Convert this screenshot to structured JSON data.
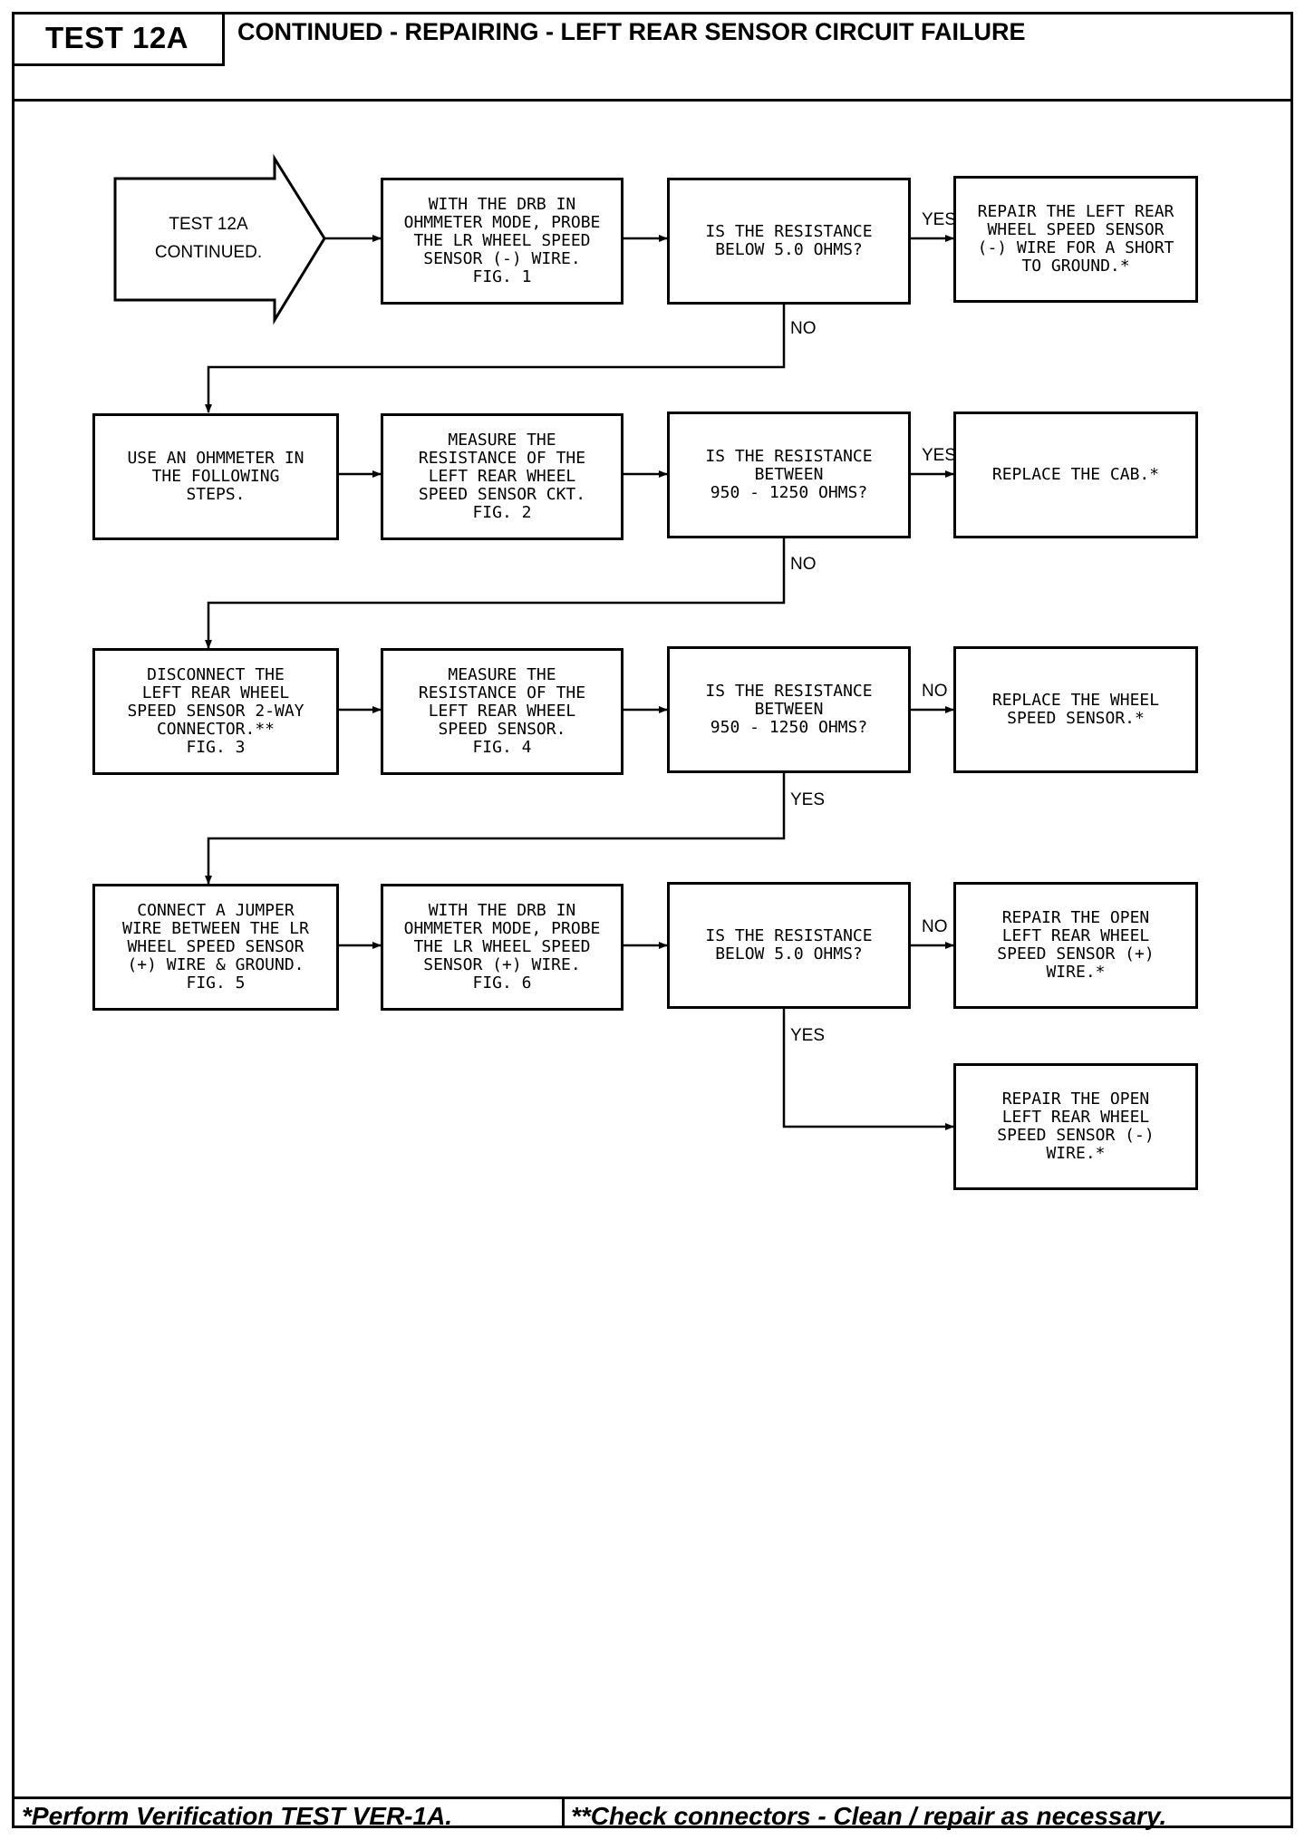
{
  "header": {
    "test_id": "TEST 12A",
    "title": "CONTINUED - REPAIRING - LEFT REAR SENSOR CIRCUIT FAILURE"
  },
  "flowchart": {
    "start": "TEST 12A\nCONTINUED.",
    "row1": {
      "step": "WITH THE DRB IN\nOHMMETER MODE, PROBE\nTHE LR WHEEL SPEED\nSENSOR (-) WIRE.\nFIG. 1",
      "question": "IS THE RESISTANCE\nBELOW 5.0 OHMS?",
      "yes_label": "YES",
      "result": "REPAIR THE LEFT REAR\nWHEEL SPEED SENSOR\n(-) WIRE FOR A SHORT\nTO GROUND.*",
      "no_label": "NO"
    },
    "row2": {
      "step1": "USE AN OHMMETER IN\nTHE FOLLOWING\nSTEPS.",
      "step2": "MEASURE THE\nRESISTANCE OF THE\nLEFT REAR WHEEL\nSPEED SENSOR CKT.\nFIG. 2",
      "question": "IS THE RESISTANCE\nBETWEEN\n950 - 1250 OHMS?",
      "yes_label": "YES",
      "result": "REPLACE THE CAB.*",
      "no_label": "NO"
    },
    "row3": {
      "step1": "DISCONNECT THE\nLEFT REAR WHEEL\nSPEED SENSOR 2-WAY\nCONNECTOR.**\nFIG. 3",
      "step2": "MEASURE THE\nRESISTANCE OF THE\nLEFT REAR WHEEL\nSPEED SENSOR.\nFIG. 4",
      "question": "IS THE RESISTANCE\nBETWEEN\n950 - 1250 OHMS?",
      "no_label": "NO",
      "result": "REPLACE THE WHEEL\nSPEED SENSOR.*",
      "yes_label": "YES"
    },
    "row4": {
      "step1": "CONNECT A JUMPER\nWIRE BETWEEN THE LR\nWHEEL SPEED SENSOR\n(+) WIRE & GROUND.\nFIG. 5",
      "step2": "WITH THE DRB IN\nOHMMETER MODE, PROBE\nTHE LR WHEEL SPEED\nSENSOR (+) WIRE.\nFIG. 6",
      "question": "IS THE RESISTANCE\nBELOW 5.0 OHMS?",
      "no_label": "NO",
      "result_no": "REPAIR THE OPEN\nLEFT REAR WHEEL\nSPEED SENSOR (+)\nWIRE.*",
      "yes_label": "YES",
      "result_yes": "REPAIR THE OPEN\nLEFT REAR WHEEL\nSPEED SENSOR (-)\nWIRE.*"
    }
  },
  "footer": {
    "left": "*Perform Verification TEST VER-1A.",
    "right": "**Check connectors - Clean / repair as necessary."
  }
}
